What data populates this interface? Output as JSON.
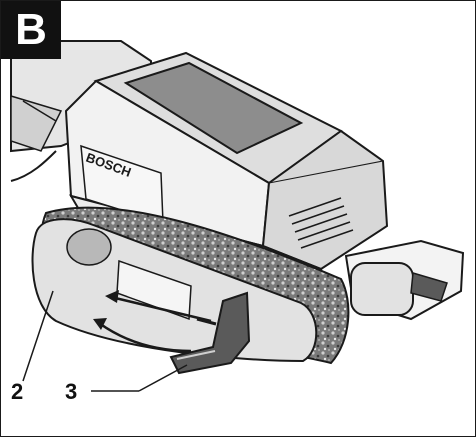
{
  "figure": {
    "letter": "B",
    "brand": "BOSCH",
    "callouts": [
      "2",
      "3"
    ]
  },
  "colors": {
    "outline": "#1a1a1a",
    "body_light": "#efefef",
    "body_mid": "#d7d7d7",
    "body_dark": "#9a9a9a",
    "top_panel": "#8d8d8d",
    "belt": "#6d6d6d",
    "lever": "#5a5a5a"
  },
  "icons": [
    "arrow-icon",
    "arrow-icon"
  ]
}
